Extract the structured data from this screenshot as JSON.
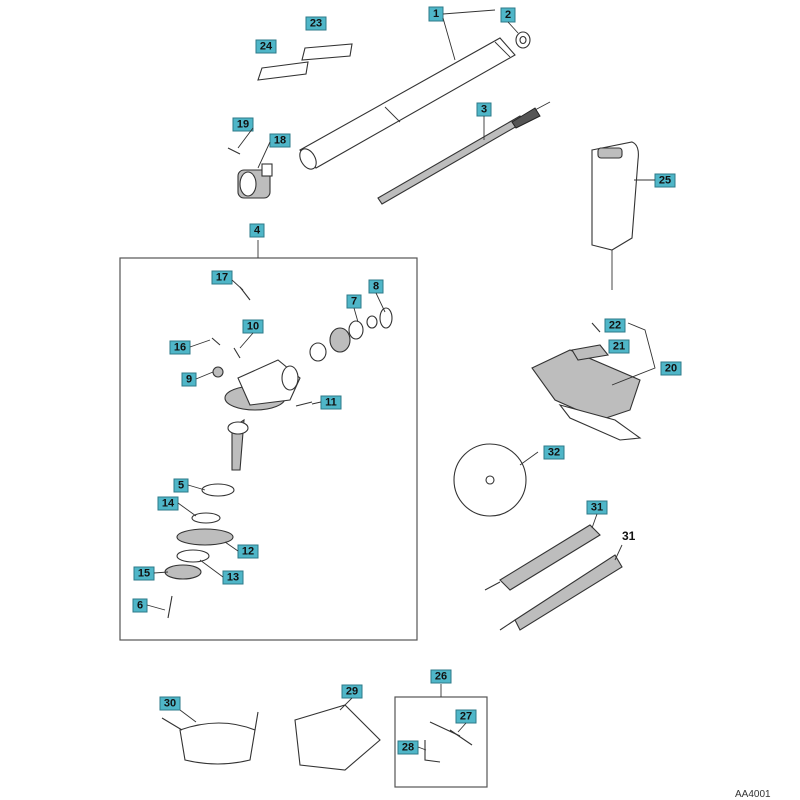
{
  "diagram": {
    "callouts": {
      "c1": "1",
      "c2": "2",
      "c3": "3",
      "c4": "4",
      "c5": "5",
      "c6": "6",
      "c7": "7",
      "c8": "8",
      "c9": "9",
      "c10": "10",
      "c11": "11",
      "c12": "12",
      "c13": "13",
      "c14": "14",
      "c15": "15",
      "c16": "16",
      "c17": "17",
      "c18": "18",
      "c19": "19",
      "c20": "20",
      "c21": "21",
      "c22": "22",
      "c23": "23",
      "c24": "24",
      "c25": "25",
      "c26": "26",
      "c27": "27",
      "c28": "28",
      "c29": "29",
      "c30": "30",
      "c31": "31",
      "c32": "32"
    },
    "plain_label_31": "31",
    "drawing_code": "AA4001"
  },
  "colors": {
    "callout_fill": "#4fb6c8",
    "line": "#333333"
  }
}
